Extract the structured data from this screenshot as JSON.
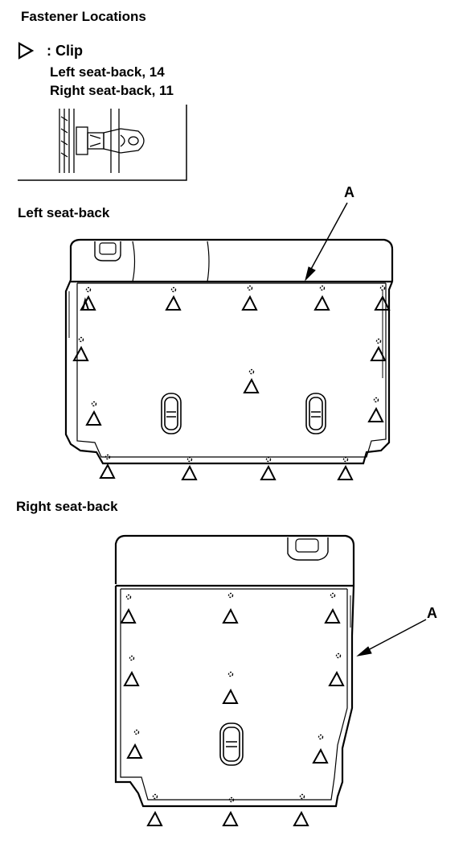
{
  "title": "Fastener Locations",
  "legend": {
    "symbol": "▷",
    "label": ": Clip",
    "counts": [
      "Left seat-back, 14",
      "Right seat-back, 11"
    ]
  },
  "panels": {
    "left": "Left seat-back",
    "right": "Right seat-back"
  },
  "callouts": {
    "left": "A",
    "right": "A"
  },
  "colors": {
    "ink": "#000000",
    "paper": "#ffffff"
  }
}
